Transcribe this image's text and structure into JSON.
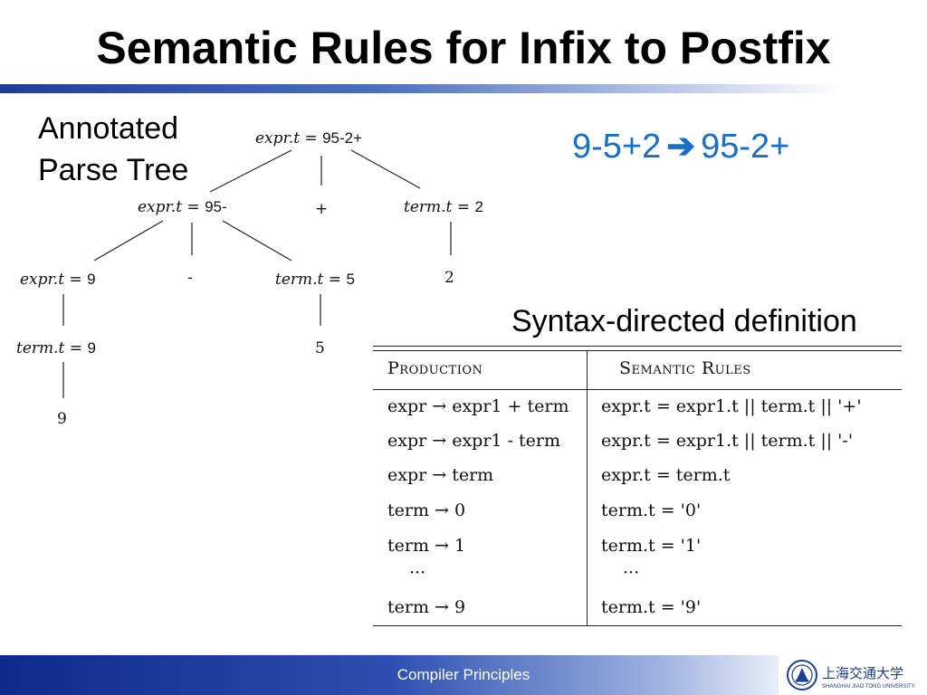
{
  "slide": {
    "title": "Semantic Rules for Infix to Postfix",
    "tree_label_line1": "Annotated",
    "tree_label_line2": "Parse Tree",
    "conversion_lhs": "9-5+2",
    "conversion_rhs": "95-2+",
    "sdd_title": "Syntax-directed definition",
    "footer": "Compiler Principles",
    "colors": {
      "title_bar": "#1c3f95",
      "accent_blue": "#1a6fc4",
      "footer_bar": "#0d2a8a"
    }
  },
  "tree": {
    "root_attr": "expr.t",
    "root_val": "95-2+",
    "n1_attr": "expr.t",
    "n1_val": "95-",
    "plus": "+",
    "n2_attr": "term.t",
    "n2_val": "2",
    "n3_attr": "expr.t",
    "n3_val": "9",
    "minus": "-",
    "n4_attr": "term.t",
    "n4_val": "5",
    "leaf_2": "2",
    "n5_attr": "term.t",
    "n5_val": "9",
    "leaf_5": "5",
    "leaf_9": "9"
  },
  "sdd_table": {
    "headers": [
      "Production",
      "Semantic Rules"
    ],
    "rows": [
      {
        "production": "expr → expr1 + term",
        "rule": "expr.t = expr1.t || term.t || '+'"
      },
      {
        "production": "expr → expr1 - term",
        "rule": "expr.t = expr1.t || term.t || '-'"
      },
      {
        "production": "expr → term",
        "rule": "expr.t = term.t"
      },
      {
        "production": "term → 0",
        "rule": "term.t = '0'"
      },
      {
        "production": "term → 1",
        "rule": "term.t = '1'"
      },
      {
        "production": "···",
        "rule": "···"
      },
      {
        "production": "term → 9",
        "rule": "term.t = '9'"
      }
    ]
  },
  "logo": {
    "icon": "sjtu-emblem-icon",
    "text_cn": "上海交通大学",
    "text_en": "SHANGHAI JIAO TONG UNIVERSITY"
  }
}
